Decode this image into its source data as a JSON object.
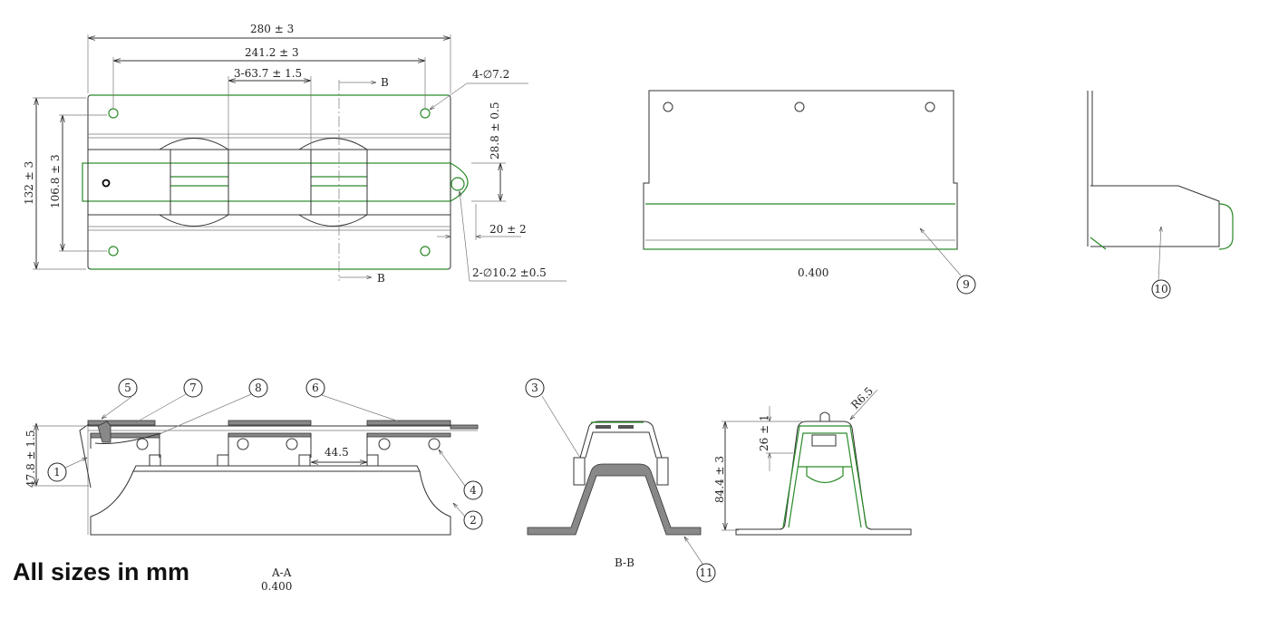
{
  "top_view": {
    "dim_length": "280 ± 3",
    "dim_hole_spacing": "241.2 ± 3",
    "dim_clamp": "3-63.7 ± 1.5",
    "dim_holes": "4-∅7.2",
    "dim_width": "132 ± 3",
    "dim_hole_width": "106.8 ± 3",
    "dim_tab": "28.8 ± 0.5",
    "dim_tab_offset": "20 ± 2",
    "dim_tab_holes": "2-∅10.2 ±0.5",
    "section_mark": "B"
  },
  "side_view": {
    "scale": "0.400",
    "balloon": "9"
  },
  "end_view": {
    "balloon": "10"
  },
  "section_aa": {
    "label": "A-A",
    "scale": "0.400",
    "dim_height": "47.8 ± 1.5",
    "dim_spacing": "44.5",
    "balloons": [
      "1",
      "5",
      "7",
      "8",
      "6",
      "4",
      "2"
    ]
  },
  "section_bb": {
    "label": "B-B",
    "balloons": [
      "3",
      "11"
    ]
  },
  "front_view": {
    "dim_height": "84.4 ± 3",
    "dim_top": "26 ± 1",
    "radius": "R6.5"
  },
  "note": "All sizes in mm"
}
